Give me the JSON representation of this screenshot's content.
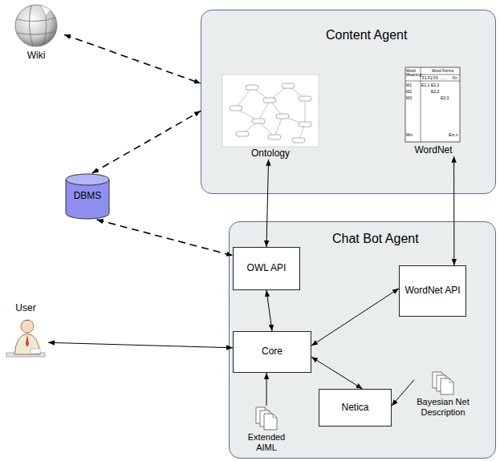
{
  "diagram": {
    "nodes": [
      {
        "text": [
          "Wiki"
        ]
      },
      {
        "text": [
          "Content Agent"
        ]
      },
      {
        "text": [
          "Ontology"
        ],
        "in": 1
      },
      {
        "text": [
          "WordNet"
        ],
        "in": 1
      },
      {
        "text": [
          "DBMS"
        ]
      },
      {
        "text": [
          "Chat Bot Agent"
        ]
      },
      {
        "text": [
          "OWL API"
        ],
        "in": 5
      },
      {
        "text": [
          "WordNet API"
        ],
        "in": 5
      },
      {
        "text": [
          "User"
        ]
      },
      {
        "text": [
          "Core"
        ],
        "in": 5
      },
      {
        "text": [
          "Netica"
        ],
        "in": 5
      },
      {
        "text": [
          "Extended AIML"
        ],
        "in": 5
      },
      {
        "text": [
          "Bayesian Net Description"
        ],
        "in": 5
      }
    ],
    "edges": [
      {
        "from": 0,
        "to": 1,
        "arrow": "both"
      },
      {
        "from": 4,
        "to": 1,
        "arrow": "both"
      },
      {
        "from": 4,
        "to": 6,
        "arrow": "both"
      },
      {
        "from": 2,
        "to": 6,
        "arrow": "both"
      },
      {
        "from": 3,
        "to": 7,
        "arrow": "both"
      },
      {
        "from": 6,
        "to": 9,
        "arrow": "both"
      },
      {
        "from": 9,
        "to": 7,
        "arrow": "both"
      },
      {
        "from": 8,
        "to": 9,
        "arrow": "both"
      },
      {
        "from": 9,
        "to": 10,
        "arrow": "both"
      },
      {
        "from": 11,
        "to": 9,
        "arrow": "to"
      },
      {
        "from": 12,
        "to": 10,
        "arrow": "to"
      }
    ],
    "labels": [
      "Word Meaning",
      "Word Forms",
      "F1",
      "F2",
      "F3",
      "......",
      "Fn",
      "M1",
      "M2",
      "M3",
      "Mm",
      "E1,1",
      "E1,2",
      "E2,2",
      "E3,3",
      "Em,n"
    ]
  }
}
